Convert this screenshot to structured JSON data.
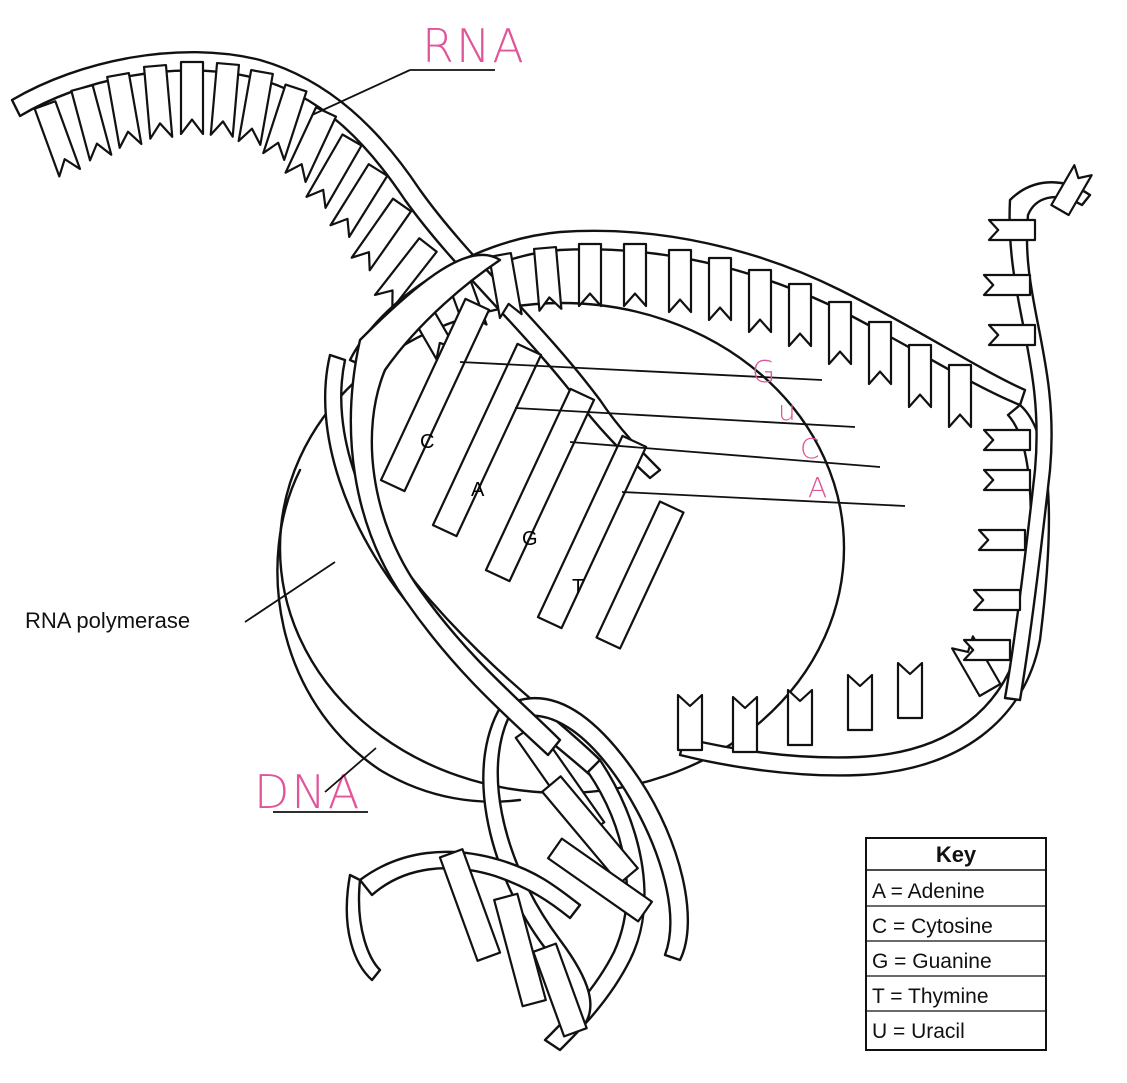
{
  "labels": {
    "rna": "RNA",
    "dna": "DNA",
    "polymerase": "RNA polymerase"
  },
  "dna_bases": [
    "C",
    "A",
    "G",
    "T"
  ],
  "rna_bases": [
    "G",
    "u",
    "C",
    "A"
  ],
  "key": {
    "title": "Key",
    "entries": [
      "A = Adenine",
      "C = Cytosine",
      "G = Guanine",
      "T = Thymine",
      "U = Uracil"
    ]
  },
  "colors": {
    "ink": "#111111",
    "handwriting": "#e0559a",
    "paper": "#ffffff"
  }
}
